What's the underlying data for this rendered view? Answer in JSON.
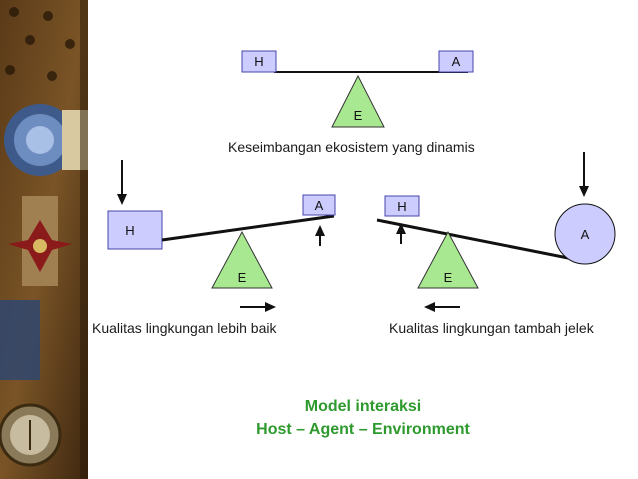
{
  "diagram": {
    "top": {
      "host_label": "H",
      "agent_label": "A",
      "environment_label": "E",
      "caption": "Keseimbangan ekosistem yang dinamis"
    },
    "left": {
      "host_label": "H",
      "agent_label": "A",
      "environment_label": "E",
      "caption": "Kualitas lingkungan lebih baik"
    },
    "right": {
      "host_label": "H",
      "agent_label": "A",
      "environment_label": "E",
      "caption": "Kualitas lingkungan tambah jelek"
    },
    "title_line1": "Model interaksi",
    "title_line2": "Host – Agent – Environment"
  },
  "colors": {
    "box_fill": "#ccccff",
    "box_stroke": "#4444aa",
    "triangle_fill": "#a8e890",
    "title_green": "#2e9a2e"
  },
  "decorative_strip": {
    "icons": [
      "bee-icon",
      "rosette-icon",
      "cross-medal-icon",
      "compass-icon"
    ]
  }
}
